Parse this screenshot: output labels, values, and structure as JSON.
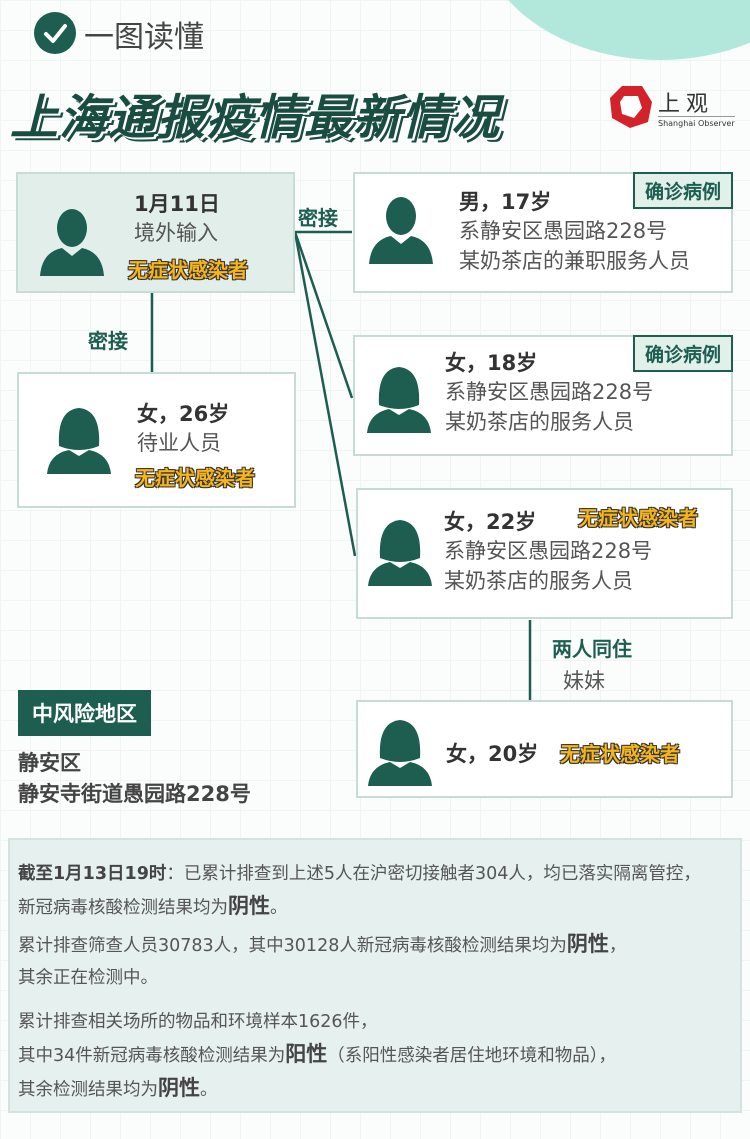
{
  "header": {
    "subtitle": "一图读懂",
    "title": "上海通报疫情最新情况",
    "logo_cn": "上观",
    "logo_en": "Shanghai Observer"
  },
  "cases": [
    {
      "name": "1月11日",
      "lines": [
        "境外输入"
      ],
      "tag": "无症状感染者"
    },
    {
      "name": "男，17岁",
      "lines": [
        "系静安区愚园路228号",
        "某奶茶店的兼职服务人员"
      ],
      "badge": "确诊病例"
    },
    {
      "name": "女，18岁",
      "lines": [
        "系静安区愚园路228号",
        "某奶茶店的服务人员"
      ],
      "badge": "确诊病例"
    },
    {
      "name": "女，26岁",
      "lines": [
        "待业人员"
      ],
      "tag": "无症状感染者"
    },
    {
      "name": "女，22岁",
      "lines": [
        "系静安区愚园路228号",
        "某奶茶店的服务人员"
      ],
      "tag": "无症状感染者"
    },
    {
      "name": "女，20岁",
      "tag": "无症状感染者"
    }
  ],
  "relations": {
    "close_contact_right": "密接",
    "close_contact_down": "密接",
    "cohabit": "两人同住",
    "cohabit_sub": "妹妹"
  },
  "risk_area": {
    "label": "中风险地区",
    "district": "静安区",
    "street": "静安寺街道愚园路228号"
  },
  "summary": {
    "p1_bold": "截至1月13日19时",
    "p1": "：已累计排查到上述5人在沪密切接触者304人，均已落实隔离管控，",
    "p1b": "新冠病毒核酸检测结果均为",
    "p1_neg": "阴性",
    "p1_end": "。",
    "p2": "累计排查筛查人员30783人，其中30128人新冠病毒核酸检测结果均为",
    "p2_neg": "阴性",
    "p2_end": "，",
    "p2b": "其余正在检测中。",
    "p3": "累计排查相关场所的物品和环境样本1626件，",
    "p3b": "其中34件新冠病毒核酸检测结果为",
    "p3_pos": "阳性",
    "p3_paren": "（系阳性感染者居住地环境和物品），",
    "p3c": "其余检测结果均为",
    "p3_neg": "阴性",
    "p3_end": "。"
  },
  "colors": {
    "primary": "#1d5e51",
    "highlight": "#f6b51a",
    "accent": "#b2e8db"
  }
}
